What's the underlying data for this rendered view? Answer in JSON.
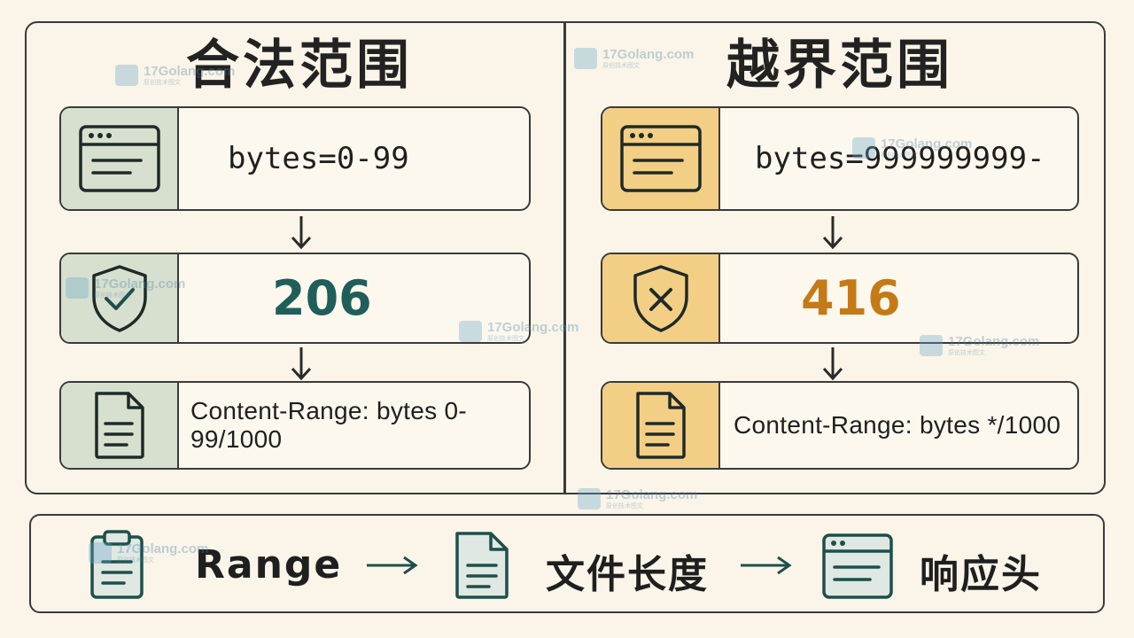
{
  "left": {
    "title": "合法范围",
    "request": "bytes=0-99",
    "status": "206",
    "header": "Content-Range: bytes 0-99/1000"
  },
  "right": {
    "title": "越界范围",
    "request": "bytes=999999999-",
    "status": "416",
    "header": "Content-Range: bytes */1000"
  },
  "flow": {
    "step1": "Range",
    "step2": "文件长度",
    "step3": "响应头"
  },
  "watermark": {
    "main": "17Golang.com",
    "sub": "原创技术图文"
  },
  "colors": {
    "valid_fill": "#d7e0cf",
    "invalid_fill": "#f2cf85",
    "valid_status": "#1f5e5a",
    "invalid_status": "#c57a17",
    "icon_stroke": "#1f4f4a"
  },
  "icons": {
    "request": "browser-window-icon",
    "valid_status": "shield-check-icon",
    "invalid_status": "shield-x-icon",
    "header": "document-icon",
    "flow_range": "clipboard-icon",
    "flow_length": "document-icon",
    "flow_headers": "browser-window-icon"
  }
}
